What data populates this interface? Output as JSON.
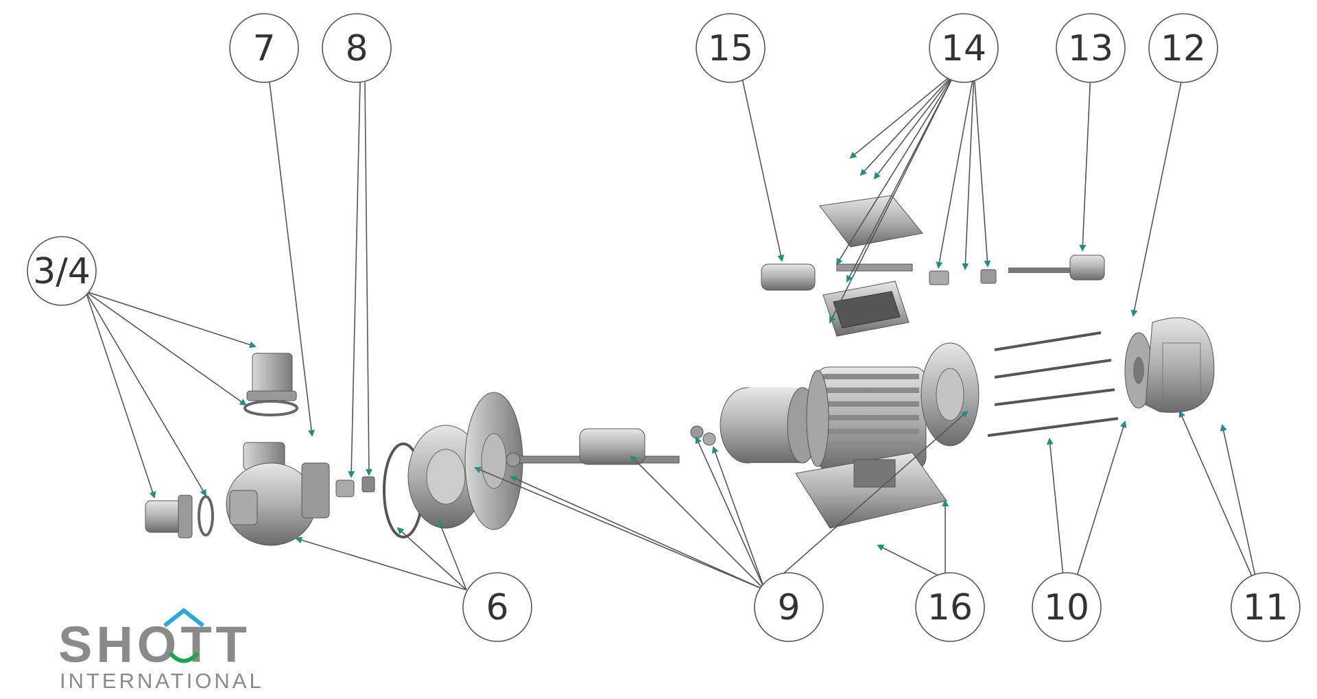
{
  "diagram": {
    "callouts": [
      {
        "id": "c7",
        "label": "7"
      },
      {
        "id": "c8",
        "label": "8"
      },
      {
        "id": "c15",
        "label": "15"
      },
      {
        "id": "c14",
        "label": "14"
      },
      {
        "id": "c13",
        "label": "13"
      },
      {
        "id": "c12",
        "label": "12"
      },
      {
        "id": "c34",
        "label": "3/4"
      },
      {
        "id": "c6",
        "label": "6"
      },
      {
        "id": "c9",
        "label": "9"
      },
      {
        "id": "c16",
        "label": "16"
      },
      {
        "id": "c10",
        "label": "10"
      },
      {
        "id": "c11",
        "label": "11"
      }
    ],
    "colors": {
      "arrow": "#1f8f84",
      "leader": "#555555",
      "part_fill": "#b9b9b9",
      "part_dark": "#6e6e6e",
      "part_light": "#dcdcdc"
    }
  },
  "logo": {
    "word": "SHOTT",
    "subword": "INTERNATIONAL",
    "colors": {
      "gray": "#8a8a8a",
      "green": "#1aa64a",
      "blue": "#29a8e0"
    }
  }
}
